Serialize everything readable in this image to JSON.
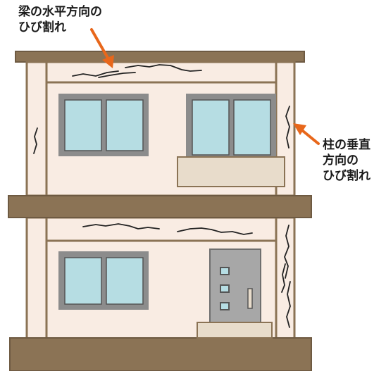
{
  "annotations": {
    "beam_crack": {
      "line1": "梁の水平方向の",
      "line2": "ひび割れ"
    },
    "column_crack": {
      "line1": "柱の垂直",
      "line2": "方向の",
      "line3": "ひび割れ"
    }
  },
  "colors": {
    "wall": "#f9ece3",
    "frame": "#8b7355",
    "trim": "#e8dccb",
    "window_glass": "#b6dde3",
    "window_frame": "#8c8c8c",
    "door": "#a7a7a7",
    "arrow": "#e8671b",
    "crack": "#222222"
  }
}
